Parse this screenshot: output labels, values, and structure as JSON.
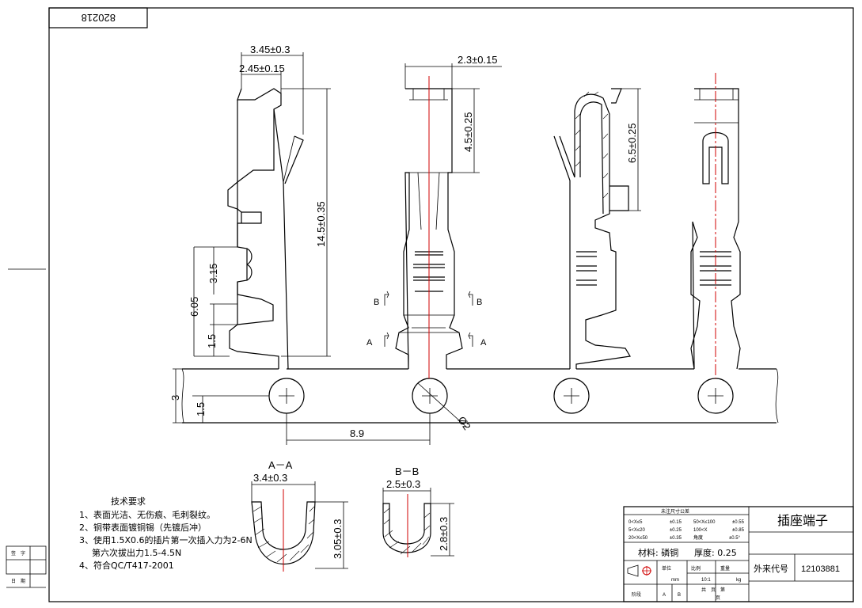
{
  "drawing_number": "820218",
  "dimensions": {
    "width_outer": "3.45±0.3",
    "width_inner": "2.45±0.15",
    "total_length": "14.5±0.35",
    "h_3_15": "3.15",
    "h_6_05": "6.05",
    "h_1_5": "1.5",
    "width_top": "2.3±0.15",
    "len_4_5": "4.5±0.25",
    "len_6_5": "6.5±0.25",
    "strip_3": "3",
    "strip_1_5": "1.5",
    "pitch": "8.9",
    "hole_dia": "Ø2"
  },
  "section_labels": {
    "a": "A",
    "b": "B"
  },
  "section_aa": {
    "title": "A－A",
    "width": "3.4±0.3",
    "height": "3.05±0.3"
  },
  "section_bb": {
    "title": "B－B",
    "width": "2.5±0.3",
    "height": "2.8±0.3"
  },
  "tech_req": {
    "title": "技术要求",
    "items": [
      "1、表面光洁、无伤痕、毛刺裂纹。",
      "2、铜带表面镀铜锡（先镀后冲）",
      "3、使用1.5X0.6的插片第一次插入力为2-6N",
      "第六次拔出力1.5-4.5N",
      "4、符合QC/T417-2001"
    ]
  },
  "title_block": {
    "tolerance_header": "未注尺寸公差",
    "tol_rows": [
      [
        "0<X≤5",
        "±0.15",
        "50<X≤100",
        "±0.55"
      ],
      [
        "5<X≤20",
        "±0.25",
        "100<X",
        "±0.85"
      ],
      [
        "20<X≤50",
        "±0.35",
        "角度",
        "±0.5°"
      ]
    ],
    "material": "材料: 磷铜",
    "thickness": "厚度: 0.25",
    "name": "插座端子",
    "ext_code_label": "外来代号",
    "ext_code": "12103881",
    "unit_label": "单位",
    "unit": "mm",
    "scale_label": "比例",
    "scale": "10:1",
    "weight_label": "重量",
    "weight": "kg",
    "stage_label": "阶段",
    "stage_a": "A",
    "stage_b": "B",
    "sheets_total": "共　页　第",
    "sheet": "页",
    "sign_label": "签　字",
    "date_label": "日　期"
  }
}
